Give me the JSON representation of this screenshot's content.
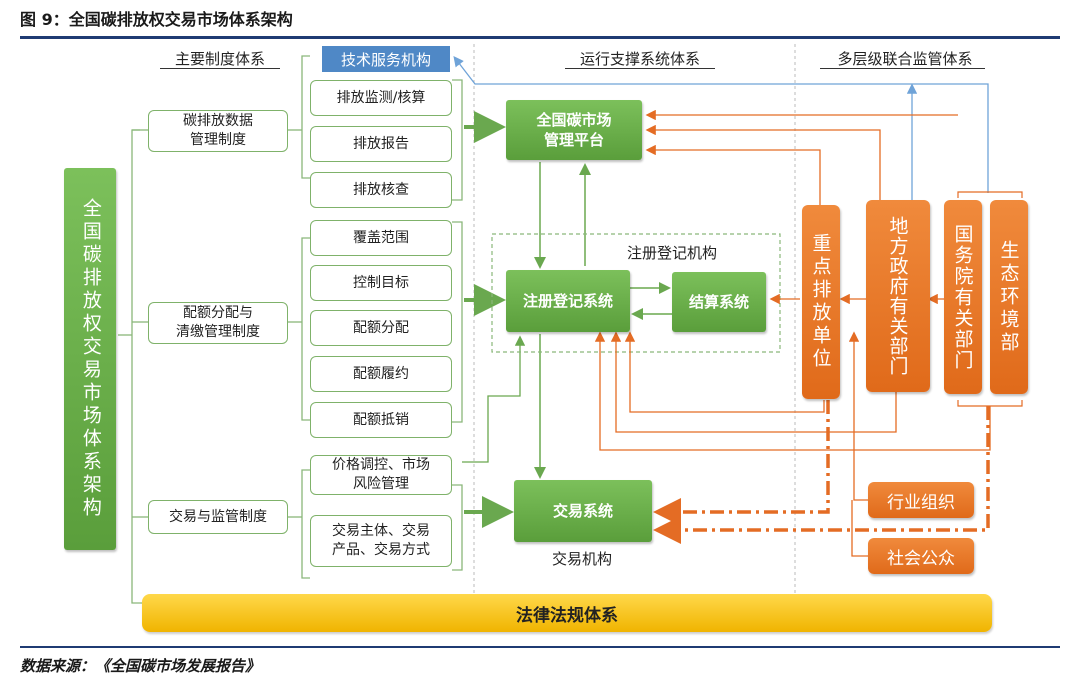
{
  "figure_title": "图 9：全国碳排放权交易市场体系架构",
  "source": "数据来源：《全国碳市场发展报告》",
  "headers": {
    "left": "主要制度体系",
    "middle": "运行支撑系统体系",
    "right": "多层级联合监管体系"
  },
  "root": "全国碳排放权交易市场体系架构",
  "tech_service": "技术服务机构",
  "systems": {
    "carbon_data": "碳排放数据\n管理制度",
    "quota": "配额分配与\n清缴管理制度",
    "trade_supervise": "交易与监管制度"
  },
  "items": {
    "monitor": "排放监测/核算",
    "report": "排放报告",
    "verify": "排放核查",
    "coverage": "覆盖范围",
    "target": "控制目标",
    "allocate": "配额分配",
    "fulfill": "配额履约",
    "offset": "配额抵销",
    "price": "价格调控、市场\n风险管理",
    "subject": "交易主体、交易\n产品、交易方式"
  },
  "platforms": {
    "national": "全国碳市场\n管理平台",
    "registry": "注册登记系统",
    "settlement": "结算系统",
    "trading": "交易系统",
    "registry_org": "注册登记机构",
    "trading_org": "交易机构"
  },
  "supervisors": {
    "key_emitters": "重点排放单位",
    "local_gov": "地方政府有关部门",
    "state_council": "国务院有关部门",
    "eco_env": "生态环境部",
    "industry": "行业组织",
    "public": "社会公众"
  },
  "law": "法律法规体系"
}
